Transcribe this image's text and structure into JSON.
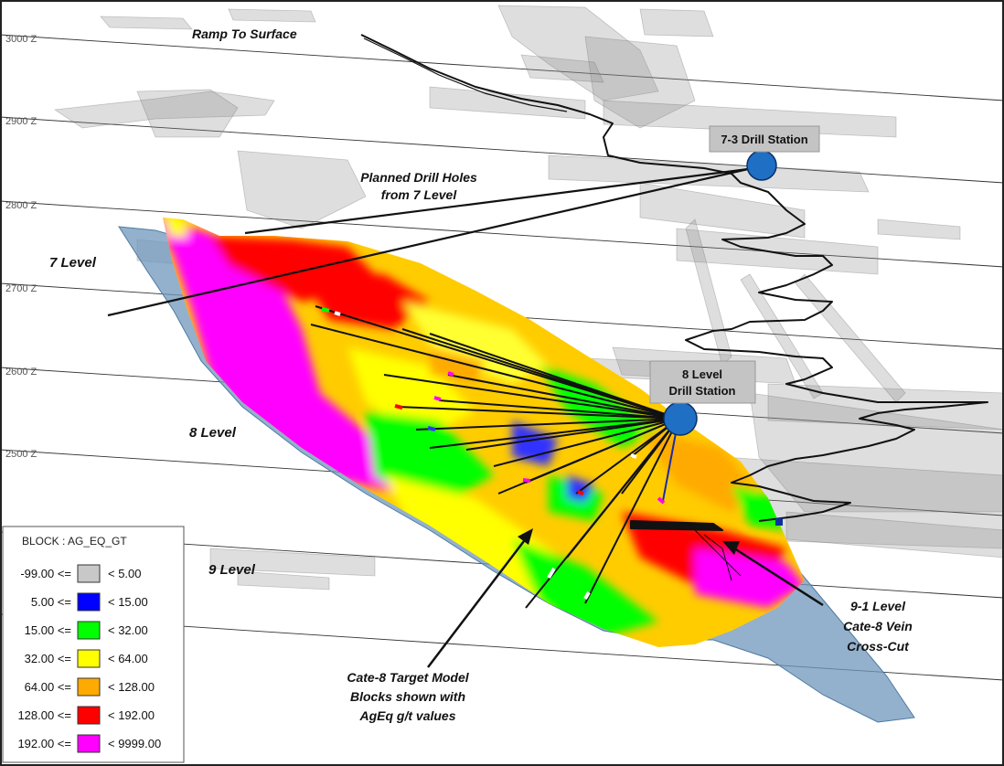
{
  "elevations": [
    "3000 Z",
    "2900 Z",
    "2800 Z",
    "2700 Z",
    "2600 Z",
    "2500 Z"
  ],
  "annotations": {
    "ramp": "Ramp To Surface",
    "planned_line1": "Planned Drill Holes",
    "planned_line2": "from 7 Level",
    "level7": "7 Level",
    "level8": "8 Level",
    "level9": "9 Level",
    "target_line1": "Cate-8 Target Model",
    "target_line2": "Blocks shown with",
    "target_line3": "AgEq g/t values",
    "crosscut_line1": "9-1 Level",
    "crosscut_line2": "Cate-8 Vein",
    "crosscut_line3": "Cross-Cut"
  },
  "stations": {
    "s73": "7-3 Drill Station",
    "s8_line1": "8 Level",
    "s8_line2": "Drill Station"
  },
  "legend": {
    "title": "BLOCK : AG_EQ_GT",
    "items": [
      {
        "low": "-99.00 <=",
        "high": "< 5.00",
        "color": "#c8c8c8"
      },
      {
        "low": "5.00 <=",
        "high": "< 15.00",
        "color": "#0000ff"
      },
      {
        "low": "15.00 <=",
        "high": "< 32.00",
        "color": "#00ff00"
      },
      {
        "low": "32.00 <=",
        "high": "< 64.00",
        "color": "#ffff00"
      },
      {
        "low": "64.00 <=",
        "high": "< 128.00",
        "color": "#ffaa00"
      },
      {
        "low": "128.00 <=",
        "high": "< 192.00",
        "color": "#ff0000"
      },
      {
        "low": "192.00 <=",
        "high": "< 9999.00",
        "color": "#ff00ff"
      }
    ]
  },
  "colors": {
    "vein": "#6f97bb",
    "station": "#1f6fc4",
    "workings": "#8a8a8a"
  }
}
